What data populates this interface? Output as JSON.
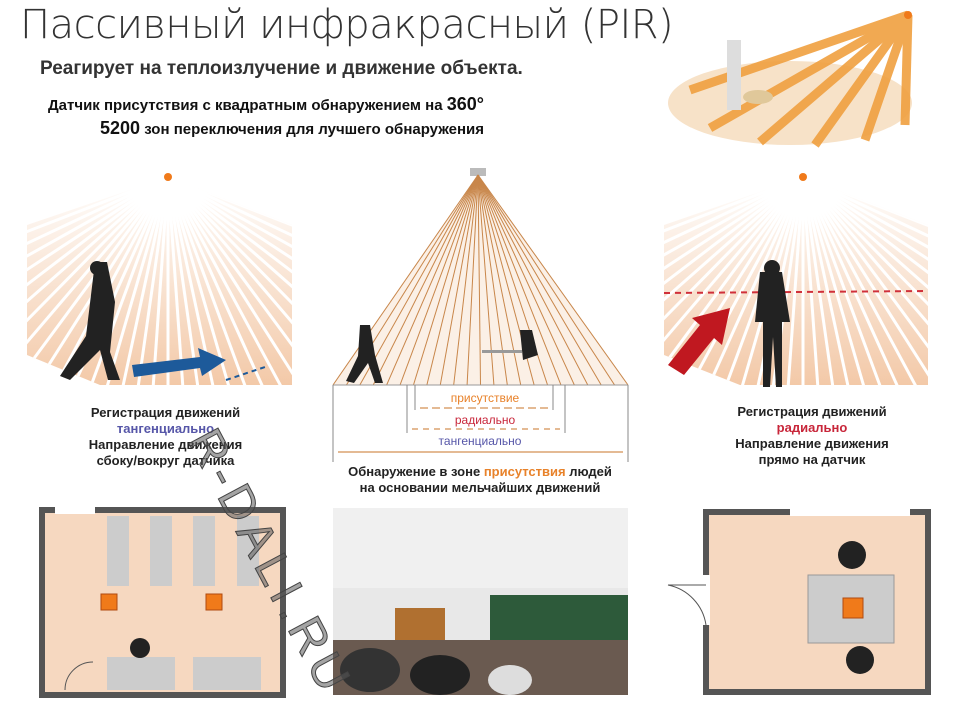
{
  "title": "Пассивный инфракрасный (PIR)",
  "subtitle": "Реагирует на теплоизлучение и движение объекта.",
  "line3": {
    "text": "Датчик присутствия с квадратным обнаружением на",
    "value": "360°"
  },
  "line4": {
    "value": "5200",
    "text": "зон переключения для лучшего обнаружения"
  },
  "left_caption": {
    "l1": "Регистрация движений",
    "l2": "тангенциально",
    "l3": "Направление движения",
    "l4": "сбоку/вокруг датчика"
  },
  "middle_labels": {
    "presence": "присутствие",
    "radial": "радиально",
    "tangential": "тангенциально"
  },
  "middle_caption": {
    "l1a": "Обнаружение в зоне",
    "l1b": "присутствия",
    "l1c": "людей",
    "l2": "на основании мельчайших движений"
  },
  "right_caption": {
    "l1": "Регистрация движений",
    "l2": "радиально",
    "l3": "Направление движения",
    "l4": "прямо на датчик"
  },
  "watermark": "R-DALI.RU",
  "colors": {
    "orange": "#e8822a",
    "blue": "#5656a8",
    "red": "#c8263a",
    "room": "#f5d6bd",
    "sensor": "#f07a1a"
  }
}
